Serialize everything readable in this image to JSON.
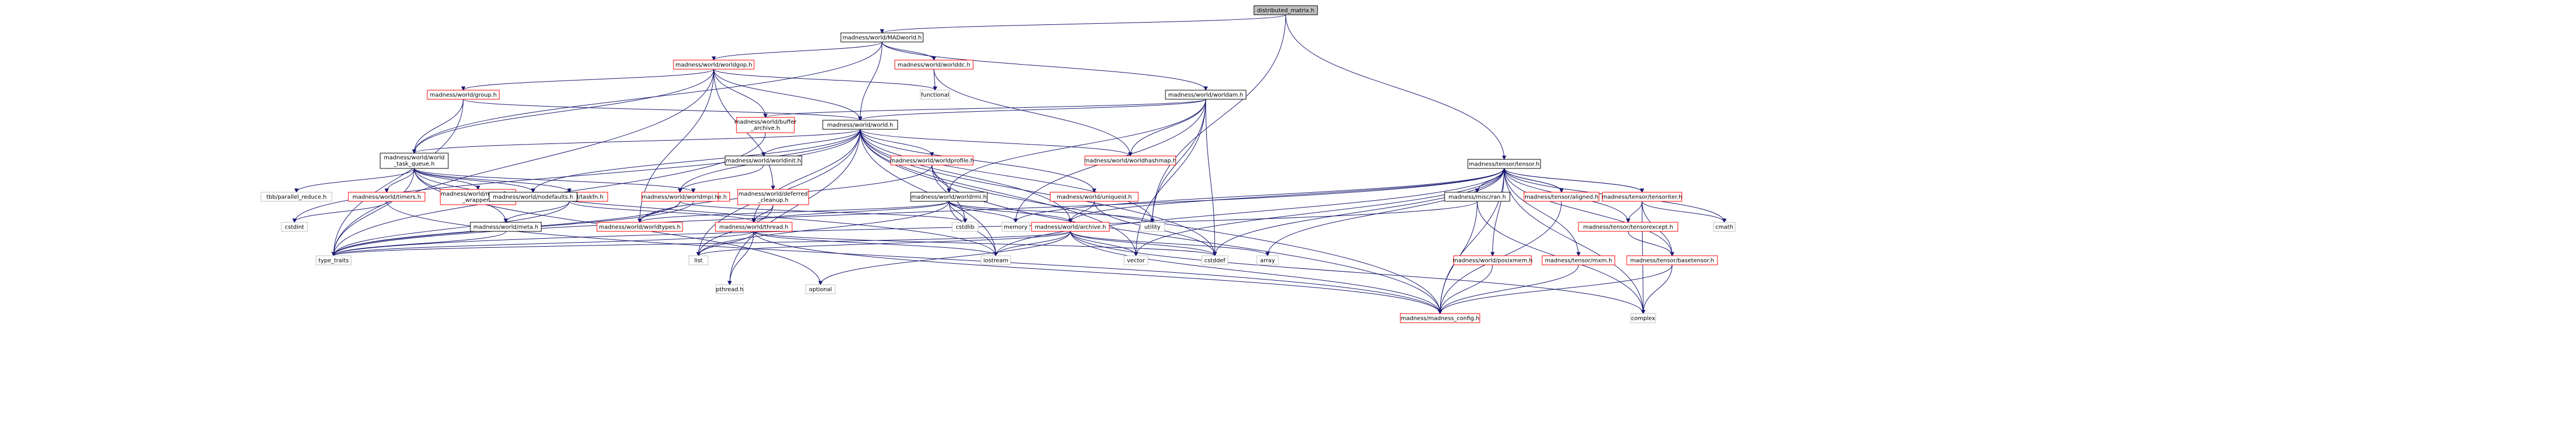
{
  "colors": {
    "edge": "#191970",
    "root_fill": "#bfbfbf",
    "root_border": "#000000",
    "black_border": "#000000",
    "red_border": "#ff0000",
    "gray_border": "#bfbfbf",
    "text": "#000000"
  },
  "nodes": [
    {
      "id": "root",
      "lines": [
        "distributed_matrix.h"
      ],
      "style": "root"
    },
    {
      "id": "MADworld",
      "lines": [
        "madness/world/MADworld.h"
      ],
      "style": "black"
    },
    {
      "id": "worldgop",
      "lines": [
        "madness/world/worldgop.h"
      ],
      "style": "red"
    },
    {
      "id": "worldddc",
      "lines": [
        "madness/world/worlddc.h"
      ],
      "style": "red"
    },
    {
      "id": "worldam",
      "lines": [
        "madness/world/worldam.h"
      ],
      "style": "black"
    },
    {
      "id": "group",
      "lines": [
        "madness/world/group.h"
      ],
      "style": "red"
    },
    {
      "id": "functional",
      "lines": [
        "functional"
      ],
      "style": "gray"
    },
    {
      "id": "buffer",
      "lines": [
        "madness/world/buffer",
        "_archive.h"
      ],
      "style": "red"
    },
    {
      "id": "world",
      "lines": [
        "madness/world/world.h"
      ],
      "style": "black"
    },
    {
      "id": "hashmap",
      "lines": [
        "madness/world/worldhashmap.h"
      ],
      "style": "red"
    },
    {
      "id": "taskqueue",
      "lines": [
        "madness/world/world",
        "_task_queue.h"
      ],
      "style": "black"
    },
    {
      "id": "worldinit",
      "lines": [
        "madness/world/worldinit.h"
      ],
      "style": "black"
    },
    {
      "id": "worldprofile",
      "lines": [
        "madness/world/worldprofile.h"
      ],
      "style": "red"
    },
    {
      "id": "tensor",
      "lines": [
        "madness/tensor/tensor.h"
      ],
      "style": "black"
    },
    {
      "id": "tbb",
      "lines": [
        "tbb/parallel_reduce.h"
      ],
      "style": "gray"
    },
    {
      "id": "timers",
      "lines": [
        "madness/world/timers.h"
      ],
      "style": "red"
    },
    {
      "id": "memfunc",
      "lines": [
        "madness/world/mem_func",
        "_wrapper.h"
      ],
      "style": "red"
    },
    {
      "id": "taskfn",
      "lines": [
        "madness/world/taskfn.h"
      ],
      "style": "red"
    },
    {
      "id": "range",
      "lines": [
        "madness/world/range.h"
      ],
      "style": "red"
    },
    {
      "id": "nodefaults",
      "lines": [
        "madness/world/nodefaults.h"
      ],
      "style": "black"
    },
    {
      "id": "worldmpi",
      "lines": [
        "madness/world/worldmpi.h"
      ],
      "style": "red"
    },
    {
      "id": "deferred",
      "lines": [
        "madness/world/deferred",
        "_cleanup.h"
      ],
      "style": "red"
    },
    {
      "id": "worldrmi",
      "lines": [
        "madness/world/worldrmi.h"
      ],
      "style": "black"
    },
    {
      "id": "uniqueid",
      "lines": [
        "madness/world/uniqueid.h"
      ],
      "style": "red"
    },
    {
      "id": "miscran",
      "lines": [
        "madness/misc/ran.h"
      ],
      "style": "black"
    },
    {
      "id": "aligned",
      "lines": [
        "madness/tensor/aligned.h"
      ],
      "style": "red"
    },
    {
      "id": "tensoriter",
      "lines": [
        "madness/tensor/tensoriter.h"
      ],
      "style": "red"
    },
    {
      "id": "cstdint",
      "lines": [
        "cstdint"
      ],
      "style": "gray"
    },
    {
      "id": "meta",
      "lines": [
        "madness/world/meta.h"
      ],
      "style": "black"
    },
    {
      "id": "worldtypes",
      "lines": [
        "madness/world/worldtypes.h"
      ],
      "style": "red"
    },
    {
      "id": "thread",
      "lines": [
        "madness/world/thread.h"
      ],
      "style": "red"
    },
    {
      "id": "cstdlib",
      "lines": [
        "cstdlib"
      ],
      "style": "gray"
    },
    {
      "id": "memory",
      "lines": [
        "memory"
      ],
      "style": "gray"
    },
    {
      "id": "archive",
      "lines": [
        "madness/world/archive.h"
      ],
      "style": "red"
    },
    {
      "id": "utility",
      "lines": [
        "utility"
      ],
      "style": "gray"
    },
    {
      "id": "cmath",
      "lines": [
        "cmath"
      ],
      "style": "gray"
    },
    {
      "id": "tensorexcept",
      "lines": [
        "madness/tensor/tensorexcept.h"
      ],
      "style": "red"
    },
    {
      "id": "typetraits",
      "lines": [
        "type_traits"
      ],
      "style": "gray"
    },
    {
      "id": "list",
      "lines": [
        "list"
      ],
      "style": "gray"
    },
    {
      "id": "pthread",
      "lines": [
        "pthread.h"
      ],
      "style": "gray"
    },
    {
      "id": "optional",
      "lines": [
        "optional"
      ],
      "style": "gray"
    },
    {
      "id": "iostream",
      "lines": [
        "iostream"
      ],
      "style": "gray"
    },
    {
      "id": "vector",
      "lines": [
        "vector"
      ],
      "style": "gray"
    },
    {
      "id": "cstddef",
      "lines": [
        "cstddef"
      ],
      "style": "gray"
    },
    {
      "id": "array",
      "lines": [
        "array"
      ],
      "style": "gray"
    },
    {
      "id": "posixmem",
      "lines": [
        "madness/world/posixmem.h"
      ],
      "style": "red"
    },
    {
      "id": "mxm",
      "lines": [
        "madness/tensor/mxm.h"
      ],
      "style": "red"
    },
    {
      "id": "basetensor",
      "lines": [
        "madness/tensor/basetensor.h"
      ],
      "style": "red"
    },
    {
      "id": "config",
      "lines": [
        "madness/madness_config.h"
      ],
      "style": "red"
    },
    {
      "id": "complex",
      "lines": [
        "complex"
      ],
      "style": "gray"
    }
  ],
  "edges": [
    [
      "root",
      "MADworld"
    ],
    [
      "root",
      "tensor"
    ],
    [
      "root",
      "utility"
    ],
    [
      "MADworld",
      "worldgop"
    ],
    [
      "MADworld",
      "worldddc"
    ],
    [
      "MADworld",
      "worldam"
    ],
    [
      "MADworld",
      "world"
    ],
    [
      "MADworld",
      "taskqueue"
    ],
    [
      "worldgop",
      "group"
    ],
    [
      "worldgop",
      "functional"
    ],
    [
      "worldgop",
      "buffer"
    ],
    [
      "worldgop",
      "world"
    ],
    [
      "worldgop",
      "taskqueue"
    ],
    [
      "worldgop",
      "deferred"
    ],
    [
      "worldgop",
      "typetraits"
    ],
    [
      "worldgop",
      "worldtypes"
    ],
    [
      "worldddc",
      "functional"
    ],
    [
      "worldddc",
      "hashmap"
    ],
    [
      "worldam",
      "world"
    ],
    [
      "worldam",
      "buffer"
    ],
    [
      "worldam",
      "hashmap"
    ],
    [
      "worldam",
      "worldrmi"
    ],
    [
      "worldam",
      "cstddef"
    ],
    [
      "worldam",
      "vector"
    ],
    [
      "worldam",
      "memory"
    ],
    [
      "worldam",
      "utility"
    ],
    [
      "group",
      "taskqueue"
    ],
    [
      "group",
      "world"
    ],
    [
      "group",
      "typetraits"
    ],
    [
      "buffer",
      "typetraits"
    ],
    [
      "world",
      "taskqueue"
    ],
    [
      "world",
      "worldinit"
    ],
    [
      "world",
      "worldprofile"
    ],
    [
      "world",
      "hashmap"
    ],
    [
      "world",
      "nodefaults"
    ],
    [
      "world",
      "cstdint"
    ],
    [
      "world",
      "worldmpi"
    ],
    [
      "world",
      "list"
    ],
    [
      "world",
      "iostream"
    ],
    [
      "world",
      "thread"
    ],
    [
      "world",
      "archive"
    ],
    [
      "world",
      "uniqueid"
    ],
    [
      "world",
      "utility"
    ],
    [
      "world",
      "vector"
    ],
    [
      "world",
      "cstddef"
    ],
    [
      "world",
      "config"
    ],
    [
      "world",
      "pthread"
    ],
    [
      "taskqueue",
      "tbb"
    ],
    [
      "taskqueue",
      "timers"
    ],
    [
      "taskqueue",
      "memfunc"
    ],
    [
      "taskqueue",
      "taskfn"
    ],
    [
      "taskqueue",
      "range"
    ],
    [
      "taskqueue",
      "nodefaults"
    ],
    [
      "taskqueue",
      "meta"
    ],
    [
      "taskqueue",
      "typetraits"
    ],
    [
      "taskqueue",
      "iostream"
    ],
    [
      "taskqueue",
      "optional"
    ],
    [
      "worldinit",
      "worldmpi"
    ],
    [
      "worldprofile",
      "worldrmi"
    ],
    [
      "worldprofile",
      "worldtypes"
    ],
    [
      "worldprofile",
      "cstdlib"
    ],
    [
      "worldprofile",
      "config"
    ],
    [
      "tensor",
      "miscran"
    ],
    [
      "tensor",
      "aligned"
    ],
    [
      "tensor",
      "tensoriter"
    ],
    [
      "tensor",
      "archive"
    ],
    [
      "tensor",
      "memory"
    ],
    [
      "tensor",
      "iostream"
    ],
    [
      "tensor",
      "vector"
    ],
    [
      "tensor",
      "cstddef"
    ],
    [
      "tensor",
      "array"
    ],
    [
      "tensor",
      "cmath"
    ],
    [
      "tensor",
      "complex"
    ],
    [
      "tensor",
      "posixmem"
    ],
    [
      "tensor",
      "mxm"
    ],
    [
      "tensor",
      "basetensor"
    ],
    [
      "tensor",
      "tensorexcept"
    ],
    [
      "tensor",
      "config"
    ],
    [
      "tensor",
      "typetraits"
    ],
    [
      "timers",
      "cstdint"
    ],
    [
      "timers",
      "config"
    ],
    [
      "taskfn",
      "meta"
    ],
    [
      "taskfn",
      "typetraits"
    ],
    [
      "taskfn",
      "thread"
    ],
    [
      "range",
      "typetraits"
    ],
    [
      "worldmpi",
      "worldtypes"
    ],
    [
      "worldmpi",
      "cstdlib"
    ],
    [
      "worldmpi",
      "typetraits"
    ],
    [
      "deferred",
      "list"
    ],
    [
      "deferred",
      "thread"
    ],
    [
      "worldrmi",
      "thread"
    ],
    [
      "worldrmi",
      "worldtypes"
    ],
    [
      "worldrmi",
      "archive"
    ],
    [
      "worldrmi",
      "list"
    ],
    [
      "worldrmi",
      "memory"
    ],
    [
      "worldrmi",
      "utility"
    ],
    [
      "worldrmi",
      "cstdlib"
    ],
    [
      "worldrmi",
      "iostream"
    ],
    [
      "uniqueid",
      "archive"
    ],
    [
      "uniqueid",
      "cstddef"
    ],
    [
      "miscran",
      "config"
    ],
    [
      "miscran",
      "complex"
    ],
    [
      "miscran",
      "typetraits"
    ],
    [
      "aligned",
      "config"
    ],
    [
      "aligned",
      "tensor"
    ],
    [
      "tensoriter",
      "tensorexcept"
    ],
    [
      "tensoriter",
      "basetensor"
    ],
    [
      "tensoriter",
      "cmath"
    ],
    [
      "tensoriter",
      "complex"
    ],
    [
      "tensoriter",
      "tensor"
    ],
    [
      "meta",
      "typetraits"
    ],
    [
      "thread",
      "typetraits"
    ],
    [
      "thread",
      "pthread"
    ],
    [
      "thread",
      "list"
    ],
    [
      "thread",
      "cstddef"
    ],
    [
      "thread",
      "iostream"
    ],
    [
      "thread",
      "config"
    ],
    [
      "archive",
      "typetraits"
    ],
    [
      "archive",
      "list"
    ],
    [
      "archive",
      "iostream"
    ],
    [
      "archive",
      "vector"
    ],
    [
      "archive",
      "array"
    ],
    [
      "archive",
      "optional"
    ],
    [
      "archive",
      "complex"
    ],
    [
      "archive",
      "config"
    ],
    [
      "archive",
      "cstddef"
    ],
    [
      "tensorexcept",
      "basetensor"
    ],
    [
      "posixmem",
      "config"
    ],
    [
      "mxm",
      "config"
    ],
    [
      "basetensor",
      "config"
    ],
    [
      "basetensor",
      "complex"
    ]
  ]
}
